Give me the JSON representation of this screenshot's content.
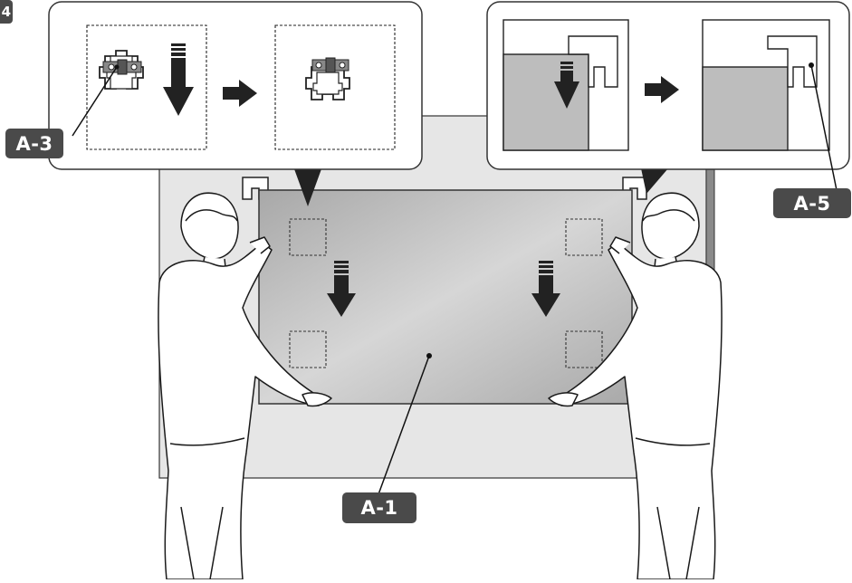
{
  "step_number": "4",
  "labels": {
    "a3": "A-3",
    "a5": "A-5",
    "a1": "A-1"
  },
  "colors": {
    "badge": "#4a4a4a",
    "wall": "#e6e6e6",
    "panel": "#bdbdbd",
    "line": "#1a1a1a"
  }
}
